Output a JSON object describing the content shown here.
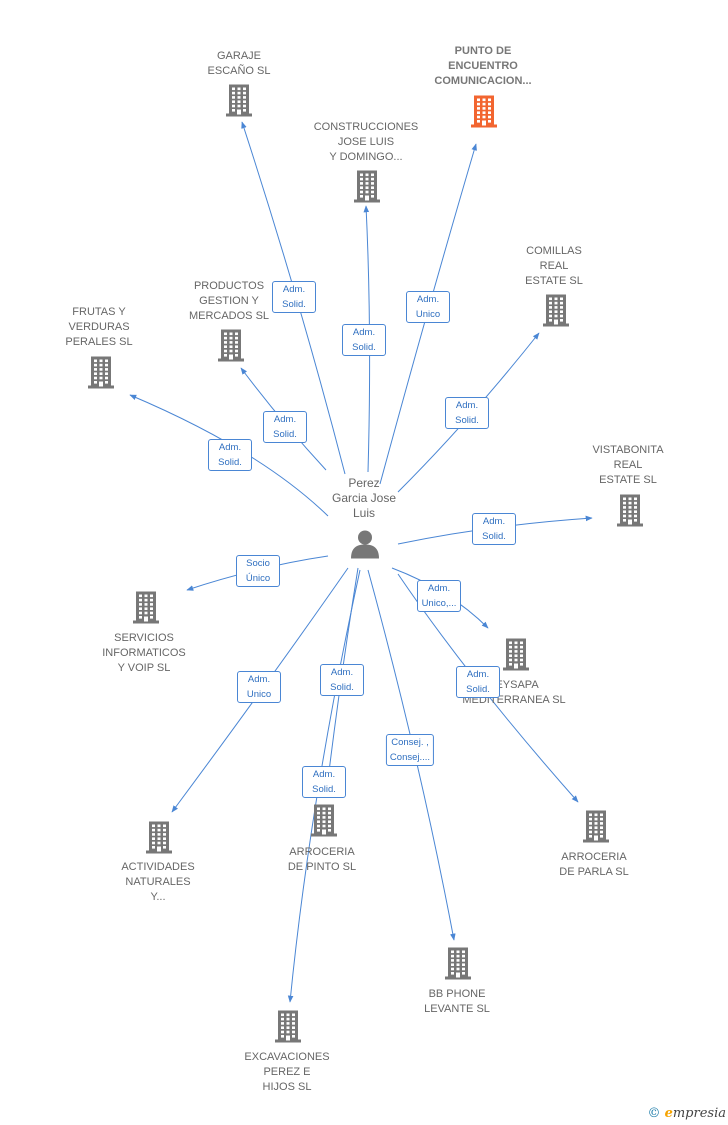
{
  "person": {
    "label": "Perez\nGarcia Jose\nLuis"
  },
  "companies": [
    {
      "id": "garaje",
      "label": "GARAJE\nESCAÑO SL",
      "highlight": false
    },
    {
      "id": "punto",
      "label": "PUNTO DE\nENCUENTRO\nCOMUNICACION...",
      "highlight": true
    },
    {
      "id": "construcciones",
      "label": "CONSTRUCCIONES\nJOSE LUIS\nY DOMINGO...",
      "highlight": false
    },
    {
      "id": "comillas",
      "label": "COMILLAS\nREAL\nESTATE SL",
      "highlight": false
    },
    {
      "id": "productos",
      "label": "PRODUCTOS\nGESTION Y\nMERCADOS SL",
      "highlight": false
    },
    {
      "id": "frutas",
      "label": "FRUTAS Y\nVERDURAS\nPERALES SL",
      "highlight": false
    },
    {
      "id": "vistabonita",
      "label": "VISTABONITA\nREAL\nESTATE SL",
      "highlight": false
    },
    {
      "id": "servicios",
      "label": "SERVICIOS\nINFORMATICOS\nY VOIP SL",
      "highlight": false
    },
    {
      "id": "leysapa",
      "label": "LEYSAPA\nMEDITERRANEA SL",
      "highlight": false
    },
    {
      "id": "actividades",
      "label": "ACTIVIDADES\nNATURALES\nY...",
      "highlight": false
    },
    {
      "id": "pinto",
      "label": "ARROCERIA\nDE PINTO SL",
      "highlight": false
    },
    {
      "id": "parla",
      "label": "ARROCERIA\nDE PARLA SL",
      "highlight": false
    },
    {
      "id": "bbphone",
      "label": "BB PHONE\nLEVANTE SL",
      "highlight": false
    },
    {
      "id": "excavaciones",
      "label": "EXCAVACIONES\nPEREZ E\nHIJOS SL",
      "highlight": false
    }
  ],
  "edges": [
    {
      "to": "garaje",
      "label": "Adm.\nSolid."
    },
    {
      "to": "punto",
      "label": "Adm.\nUnico"
    },
    {
      "to": "construcciones",
      "label": "Adm.\nSolid."
    },
    {
      "to": "comillas",
      "label": "Adm.\nSolid."
    },
    {
      "to": "productos",
      "label": "Adm.\nSolid."
    },
    {
      "to": "frutas",
      "label": "Adm.\nSolid."
    },
    {
      "to": "vistabonita",
      "label": "Adm.\nSolid."
    },
    {
      "to": "servicios",
      "label": "Socio\nÚnico"
    },
    {
      "to": "leysapa",
      "label": "Adm.\nUnico,..."
    },
    {
      "to": "actividades",
      "label": "Adm.\nUnico"
    },
    {
      "to": "pinto",
      "label": "Adm.\nSolid."
    },
    {
      "to": "parla",
      "label": "Adm.\nSolid."
    },
    {
      "to": "bbphone",
      "label": "Consej. ,\nConsej...."
    },
    {
      "to": "excavaciones",
      "label": "Adm.\nSolid."
    }
  ],
  "colors": {
    "edge": "#4a86d4",
    "building": "#777777",
    "highlight": "#f26530"
  },
  "footer": {
    "copyright": "©",
    "brand_e": "e",
    "brand_rest": "mpresia"
  }
}
